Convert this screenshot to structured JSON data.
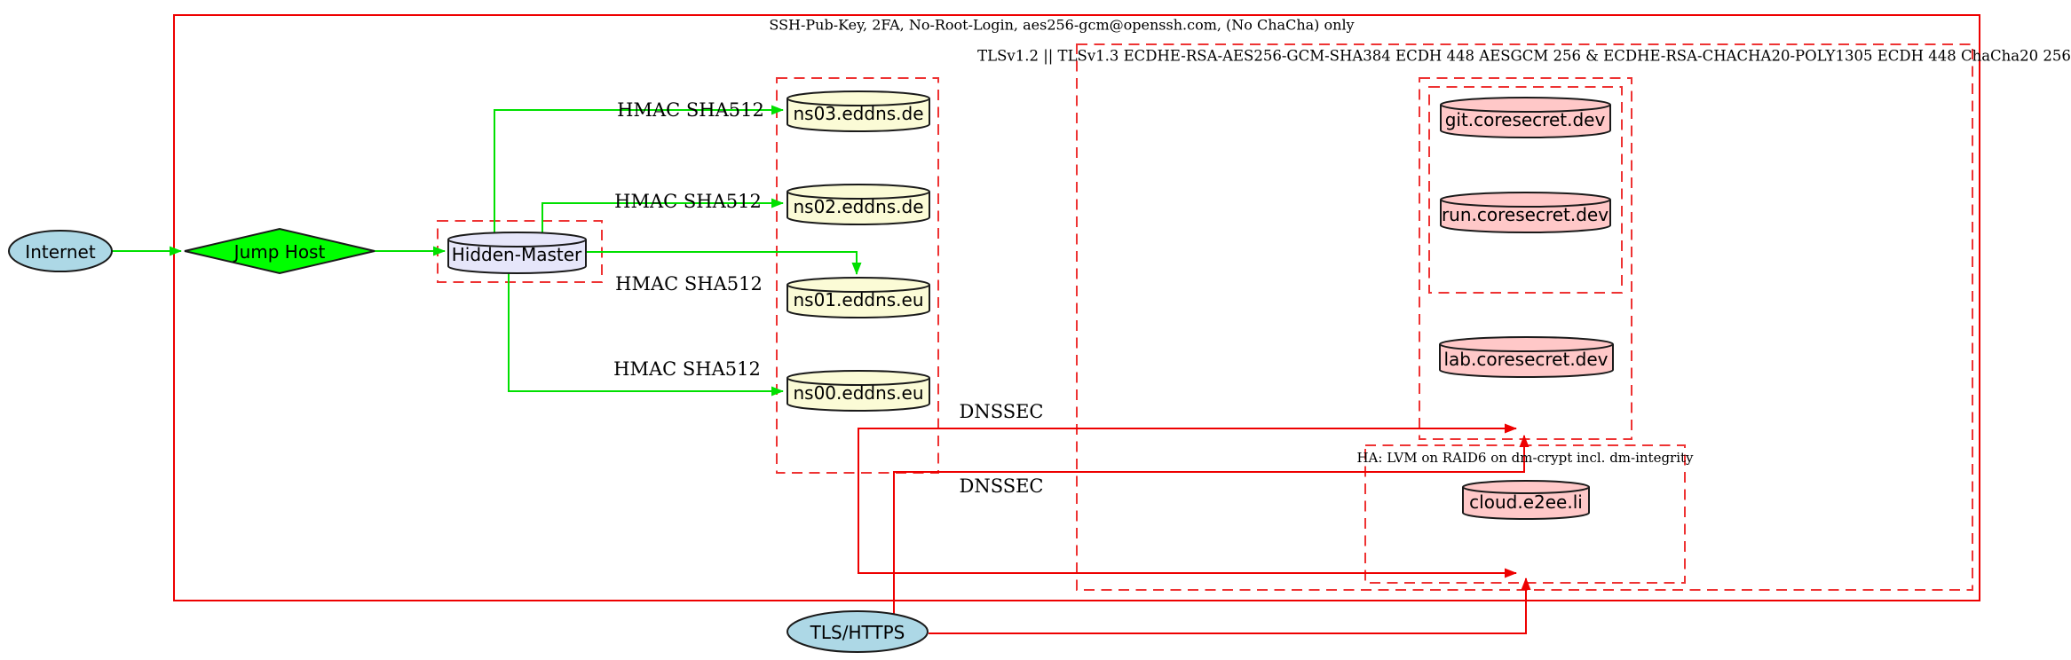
{
  "clusters": {
    "ssh_hardening": {
      "label": "SSH-Pub-Key, 2FA, No-Root-Login, aes256-gcm@openssh.com, (No ChaCha) only"
    },
    "tls_ciphers": {
      "label": "TLSv1.2 || TLSv1.3 ECDHE-RSA-AES256-GCM-SHA384 ECDH 448 AESGCM 256 & ECDHE-RSA-CHACHA20-POLY1305 ECDH 448 ChaCha20 256"
    },
    "ha_storage": {
      "label": "HA: LVM on RAID6 on dm-crypt incl. dm-integrity"
    }
  },
  "nodes": {
    "internet": {
      "label": "Internet",
      "shape": "ellipse",
      "fill": "#add8e6"
    },
    "jump_host": {
      "label": "Jump Host",
      "shape": "diamond",
      "fill": "#00ff00"
    },
    "hidden_master": {
      "label": "Hidden-Master",
      "shape": "cylinder",
      "fill": "#e6e6fa"
    },
    "ns03": {
      "label": "ns03.eddns.de",
      "shape": "cylinder",
      "fill": "#fbfbd6"
    },
    "ns02": {
      "label": "ns02.eddns.de",
      "shape": "cylinder",
      "fill": "#fbfbd6"
    },
    "ns01": {
      "label": "ns01.eddns.eu",
      "shape": "cylinder",
      "fill": "#fbfbd6"
    },
    "ns00": {
      "label": "ns00.eddns.eu",
      "shape": "cylinder",
      "fill": "#fbfbd6"
    },
    "git": {
      "label": "git.coresecret.dev",
      "shape": "cylinder",
      "fill": "#ffc8c8"
    },
    "run": {
      "label": "run.coresecret.dev",
      "shape": "cylinder",
      "fill": "#ffc8c8"
    },
    "lab": {
      "label": "lab.coresecret.dev",
      "shape": "cylinder",
      "fill": "#ffc8c8"
    },
    "cloud": {
      "label": "cloud.e2ee.li",
      "shape": "cylinder",
      "fill": "#ffc8c8"
    },
    "tls_https": {
      "label": "TLS/HTTPS",
      "shape": "ellipse",
      "fill": "#add8e6"
    }
  },
  "edge_labels": {
    "hmac_ns03": "HMAC SHA512",
    "hmac_ns02": "HMAC SHA512",
    "hmac_ns01": "HMAC SHA512",
    "hmac_ns00": "HMAC SHA512",
    "dnssec_top": "DNSSEC",
    "dnssec_bottom": "DNSSEC"
  },
  "colors": {
    "edge_green": "#00e000",
    "edge_red": "#ee0000",
    "cluster_border_red": "#ee3333",
    "node_blue": "#add8e6",
    "node_green": "#00ff00",
    "node_lavender": "#e6e6fa",
    "node_yellow": "#fbfbd6",
    "node_pink": "#ffc8c8"
  }
}
